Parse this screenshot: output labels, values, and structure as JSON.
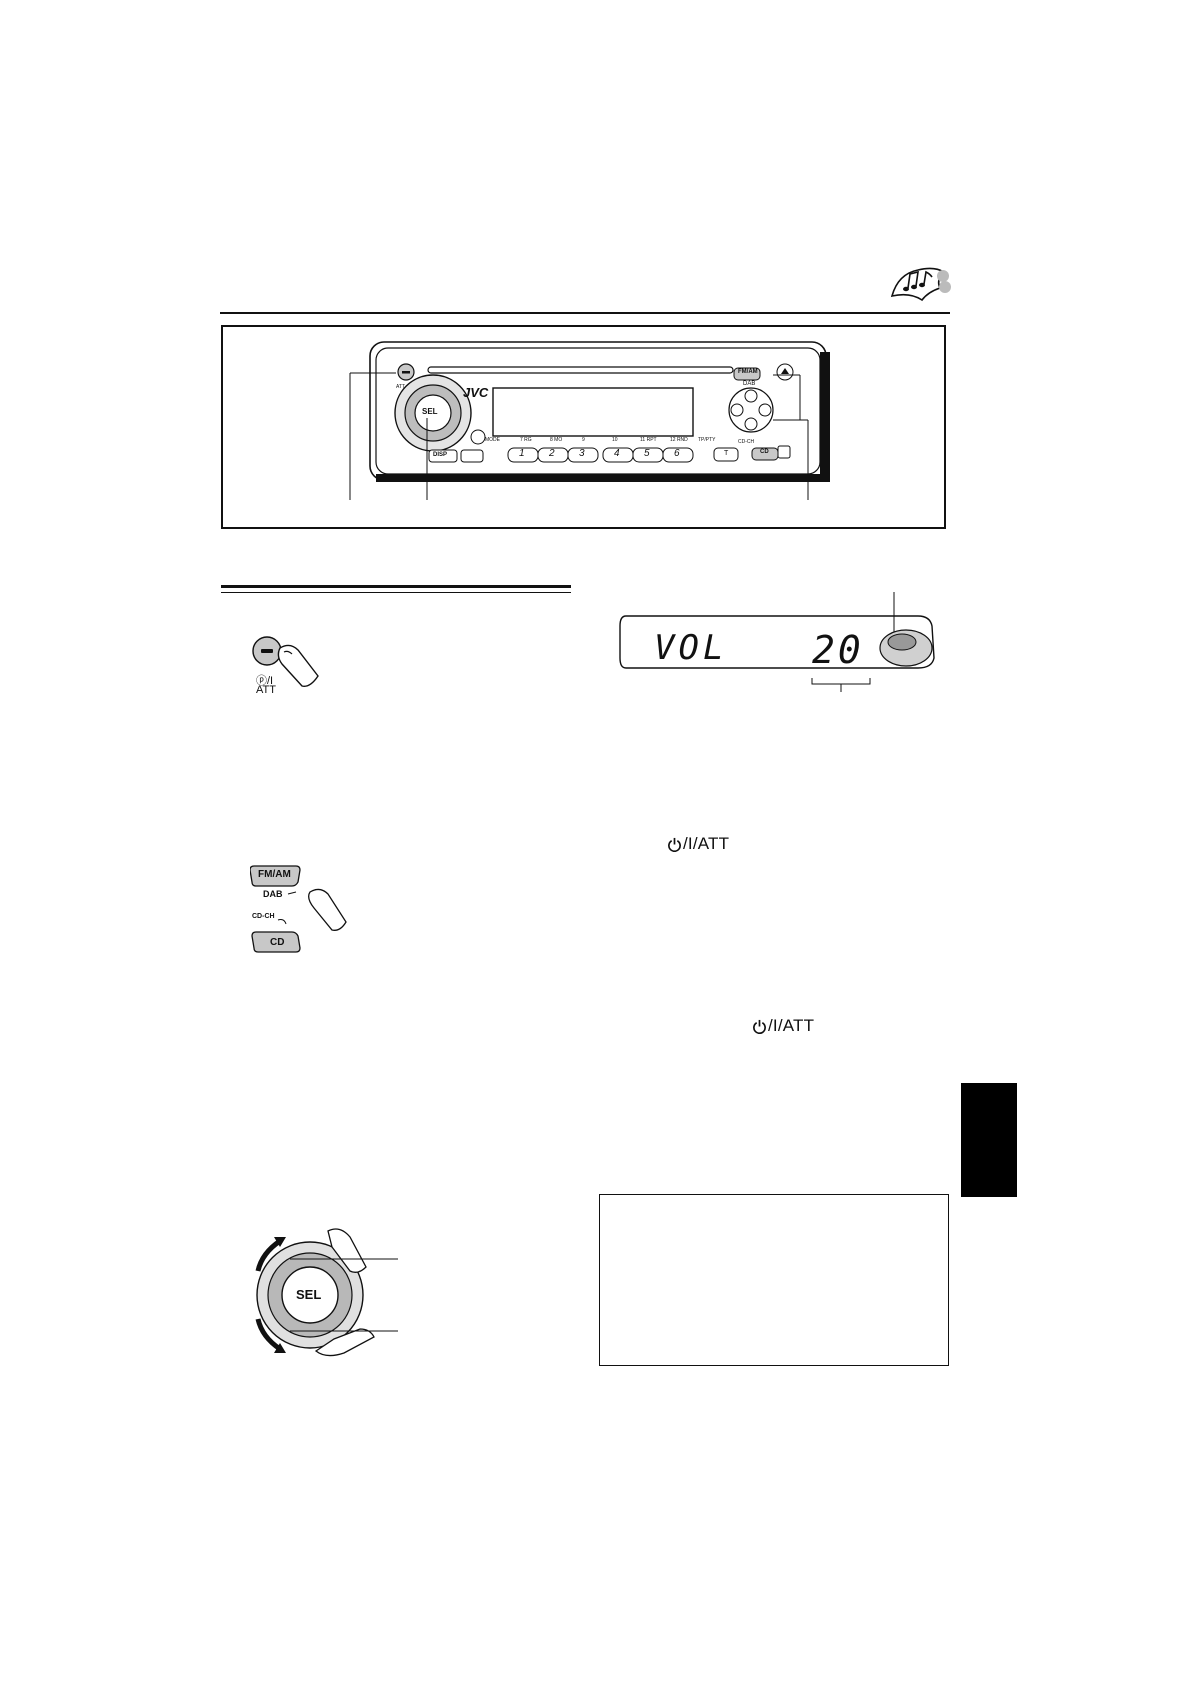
{
  "header_icon": "music-notes-icon",
  "control_panel": {
    "brand": "JVC",
    "buttons": {
      "select": "SEL",
      "fm_am": "FM/AM",
      "dab": "DAB",
      "cd": "CD",
      "disp": "DISP",
      "mode": "MODE",
      "preset_1": "1",
      "preset_2": "2",
      "preset_3": "3",
      "preset_4": "4",
      "preset_5": "5",
      "preset_6": "6",
      "tp_pty": "TP/PTY",
      "t": "T",
      "cd_ch": "CD-CH",
      "power_att": "ATT"
    },
    "sub_labels": [
      "7  RG",
      "8  MO",
      "9",
      "10",
      "11  RPT",
      "12  RND"
    ]
  },
  "figure_power": {
    "icon": "power-att-button-icon",
    "label_top": "ⓟ/I",
    "label_bottom": "ATT"
  },
  "figure_source": {
    "fm_am_label": "FM/AM",
    "dab_label": "DAB",
    "cd_ch_label": "CD-CH",
    "cd_label": "CD"
  },
  "figure_dial": {
    "sel_label": "SEL"
  },
  "display": {
    "text": "VOL",
    "level": "20",
    "level_value": 20
  },
  "inline_refs": {
    "ref_1": "/I/ATT",
    "ref_2": "/I/ATT"
  },
  "colors": {
    "ink": "#111111",
    "button_fill": "#c8c8c8",
    "lang_tab": "#000000"
  }
}
